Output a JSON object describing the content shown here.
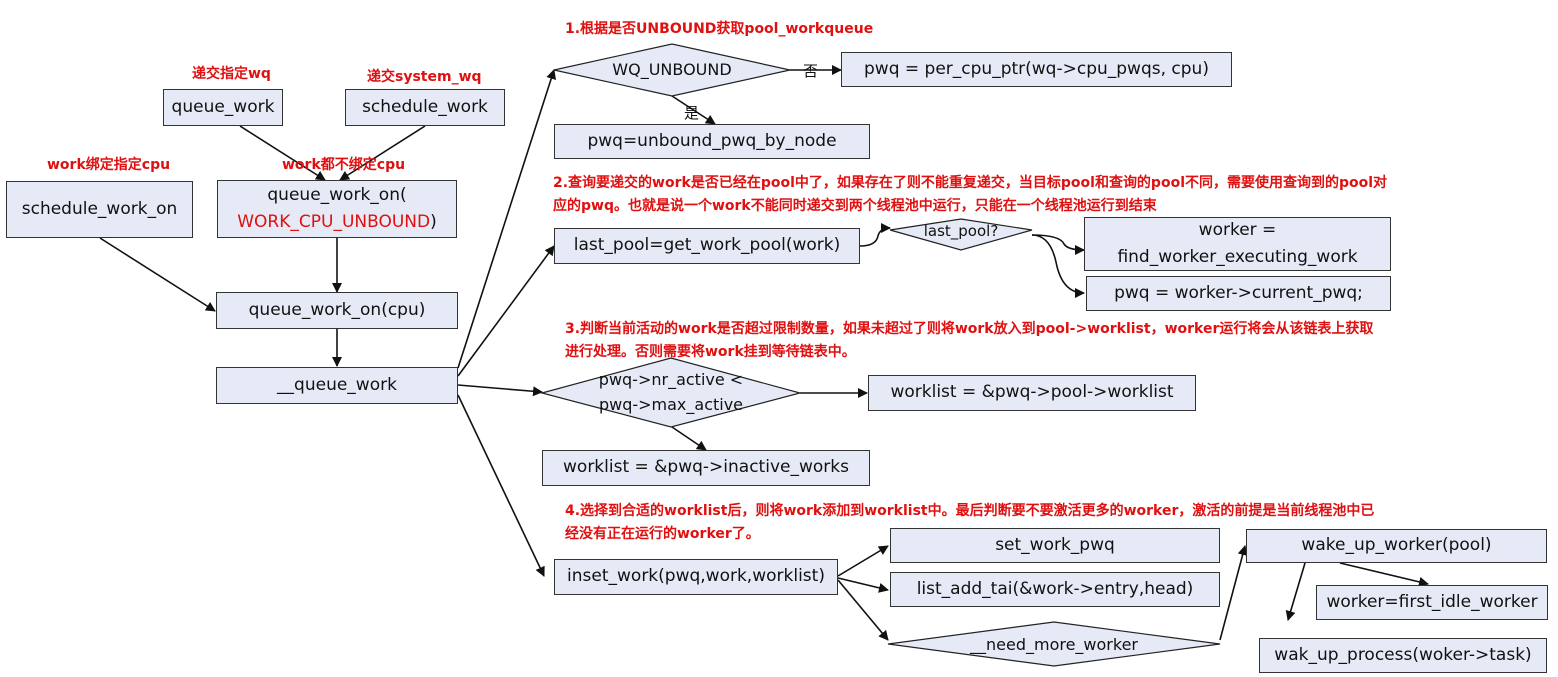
{
  "notes": {
    "submit_wq": "递交指定wq",
    "submit_system_wq": "递交system_wq",
    "work_bind_cpu": "work绑定指定cpu",
    "work_unbound_cpu": "work都不绑定cpu",
    "step1": "1.根据是否UNBOUND获取pool_workqueue",
    "step2": "2.查询要递交的work是否已经在pool中了，如果存在了则不能重复递交，当目标pool和查询的pool不同，需要使用查询到的pool对应的pwq。也就是说一个work不能同时递交到两个线程池中运行，只能在一个线程池运行到结束",
    "step3": "3.判断当前活动的work是否超过限制数量，如果未超过了则将work放入到pool->worklist，worker运行将会从该链表上获取进行处理。否则需要将work挂到等待链表中。",
    "step4": "4.选择到合适的worklist后，则将work添加到worklist中。最后判断要不要激活更多的worker，激活的前提是当前线程池中已经没有正在运行的worker了。"
  },
  "nodes": {
    "queue_work": "queue_work",
    "schedule_work": "schedule_work",
    "schedule_work_on": "schedule_work_on",
    "queue_work_on_unbound_line1": "queue_work_on(",
    "queue_work_on_unbound_line2": "WORK_CPU_UNBOUND",
    "queue_work_on_unbound_line3": ")",
    "queue_work_on_cpu": "queue_work_on(cpu)",
    "queue_work_inner": "__queue_work",
    "wq_unbound": "WQ_UNBOUND",
    "per_cpu_ptr": "pwq = per_cpu_ptr(wq->cpu_pwqs, cpu)",
    "unbound_pwq": "pwq=unbound_pwq_by_node",
    "last_pool": "last_pool=get_work_pool(work)",
    "last_pool_q": "last_pool?",
    "find_worker_line1": "worker =",
    "find_worker_line2": "find_worker_executing_work",
    "current_pwq": "pwq = worker->current_pwq;",
    "nr_active_line1": "pwq->nr_active <",
    "nr_active_line2": "pwq->max_active",
    "worklist_pool": "worklist = &pwq->pool->worklist",
    "worklist_inactive": "worklist = &pwq->inactive_works",
    "inset_work": "inset_work(pwq,work,worklist)",
    "set_work_pwq": "set_work_pwq",
    "list_add_tai": "list_add_tai(&work->entry,head)",
    "need_more_worker": "__need_more_worker",
    "wake_up_worker": "wake_up_worker(pool)",
    "first_idle_worker": "worker=first_idle_worker",
    "wak_up_process": "wak_up_process(woker->task)"
  },
  "edge_labels": {
    "no": "否",
    "yes": "是"
  }
}
